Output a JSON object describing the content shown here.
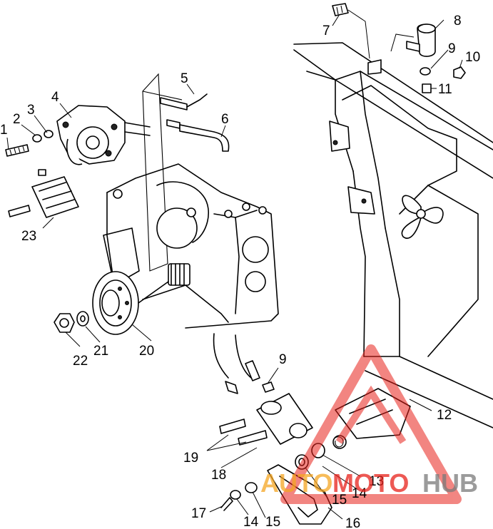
{
  "callouts": [
    {
      "id": "c1",
      "text": "1"
    },
    {
      "id": "c2",
      "text": "2"
    },
    {
      "id": "c3",
      "text": "3"
    },
    {
      "id": "c4",
      "text": "4"
    },
    {
      "id": "c5",
      "text": "5"
    },
    {
      "id": "c6",
      "text": "6"
    },
    {
      "id": "c7",
      "text": "7"
    },
    {
      "id": "c8",
      "text": "8"
    },
    {
      "id": "c9a",
      "text": "9"
    },
    {
      "id": "c10",
      "text": "10"
    },
    {
      "id": "c11",
      "text": "11"
    },
    {
      "id": "c12",
      "text": "12"
    },
    {
      "id": "c13",
      "text": "13"
    },
    {
      "id": "c14a",
      "text": "14"
    },
    {
      "id": "c14b",
      "text": "14"
    },
    {
      "id": "c15a",
      "text": "15"
    },
    {
      "id": "c15b",
      "text": "15"
    },
    {
      "id": "c16",
      "text": "16"
    },
    {
      "id": "c17",
      "text": "17"
    },
    {
      "id": "c18",
      "text": "18"
    },
    {
      "id": "c19",
      "text": "19"
    },
    {
      "id": "c20",
      "text": "20"
    },
    {
      "id": "c21",
      "text": "21"
    },
    {
      "id": "c22",
      "text": "22"
    },
    {
      "id": "c23",
      "text": "23"
    },
    {
      "id": "c9b",
      "text": "9"
    }
  ],
  "watermark": {
    "part1": "AUTO",
    "part2": "MOTO",
    "part3": "HUB",
    "color_orange": "#f5a623",
    "color_red": "#e8221b",
    "color_gray": "#7a7a7a"
  }
}
